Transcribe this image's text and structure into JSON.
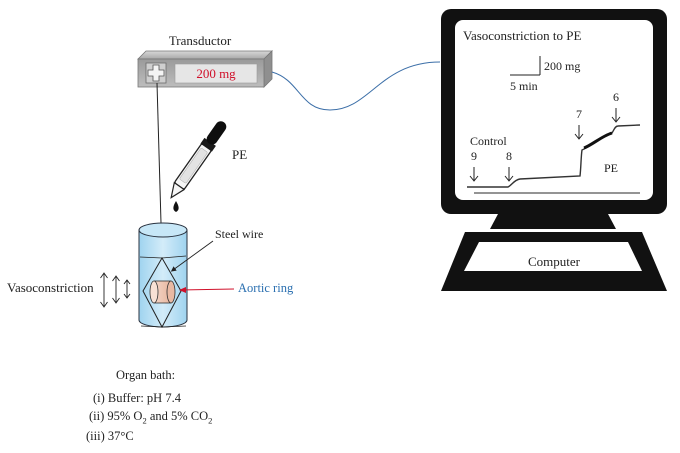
{
  "transducer": {
    "title": "Transductor",
    "reading": "200 mg",
    "reading_color": "#d0102a"
  },
  "drug": {
    "label": "PE"
  },
  "bath": {
    "steel_wire_label": "Steel wire",
    "aortic_ring_label": "Aortic ring",
    "aortic_ring_color": "#2a6fb0",
    "vasoconstriction_label": "Vasoconstriction"
  },
  "monitor": {
    "title": "Vasoconstriction to PE",
    "scale_y": "200 mg",
    "scale_x": "5 min",
    "control_label": "Control",
    "pe_label": "PE",
    "computer_label": "Computer",
    "markers": [
      {
        "label": "9"
      },
      {
        "label": "8"
      },
      {
        "label": "7"
      },
      {
        "label": "6"
      }
    ]
  },
  "conditions": {
    "title": "Organ bath:",
    "item1": "(i) Buffer: pH 7.4",
    "item2_a": "(ii) 95% O",
    "item2_sub1": "2",
    "item2_b": " and 5% CO",
    "item2_sub2": "2",
    "item3": "(iii) 37°C"
  }
}
